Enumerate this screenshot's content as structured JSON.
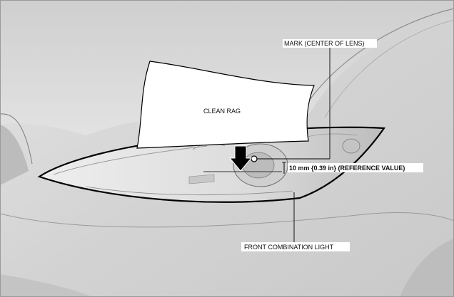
{
  "labels": {
    "mark": "MARK (CENTER OF LENS)",
    "rag": "CLEAN RAG",
    "measurement": "10 mm {0.39 in} (REFERENCE VALUE)",
    "light": "FRONT COMBINATION LIGHT"
  },
  "colors": {
    "body": "#d9d9d9",
    "outline": "#000000",
    "lens": "#e6e6e6",
    "rag": "#ffffff"
  }
}
